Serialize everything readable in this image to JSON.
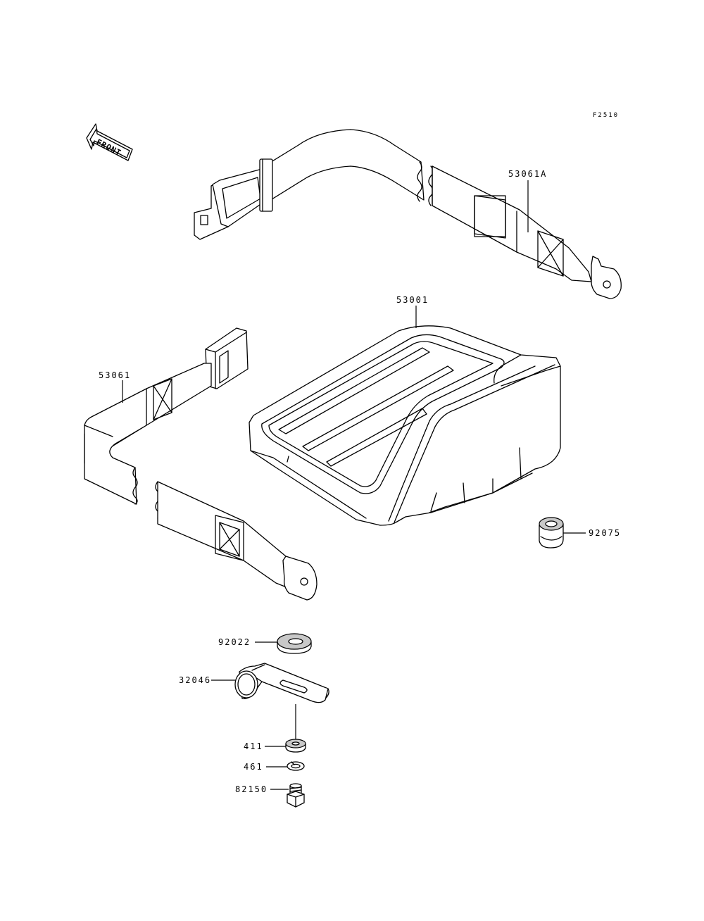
{
  "figure_code": "F2510",
  "front_label": "FRONT",
  "parts": {
    "strap_upper": "53061A",
    "tray": "53001",
    "strap_lower": "53061",
    "collar": "92075",
    "washer": "92022",
    "clamp": "32046",
    "nut": "411",
    "lock_washer": "461",
    "bolt": "82150"
  }
}
